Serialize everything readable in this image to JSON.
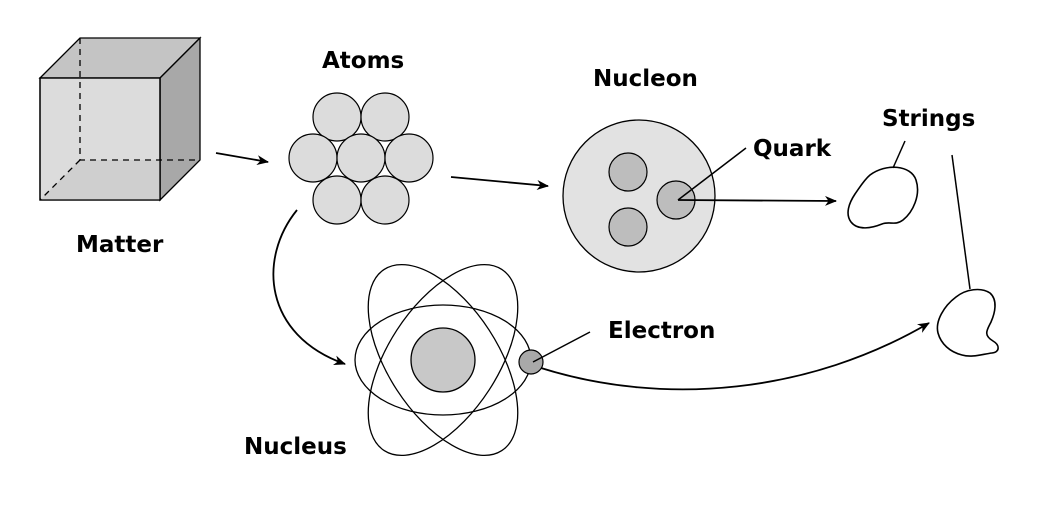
{
  "labels": {
    "matter": "Matter",
    "atoms": "Atoms",
    "nucleon": "Nucleon",
    "quark": "Quark",
    "strings": "Strings",
    "electron": "Electron",
    "nucleus": "Nucleus"
  },
  "colors": {
    "stroke": "#000000",
    "cube_front": "#dcdcdc",
    "cube_top": "#c4c4c4",
    "cube_side": "#a8a8a8",
    "cube_shade": "#cfcfcf",
    "atom_fill": "#dcdcdc",
    "nucleon_fill": "#e2e2e2",
    "quark_fill": "#bdbdbd",
    "nucleus_fill": "#c8c8c8",
    "electron_fill": "#a9a9a9"
  }
}
